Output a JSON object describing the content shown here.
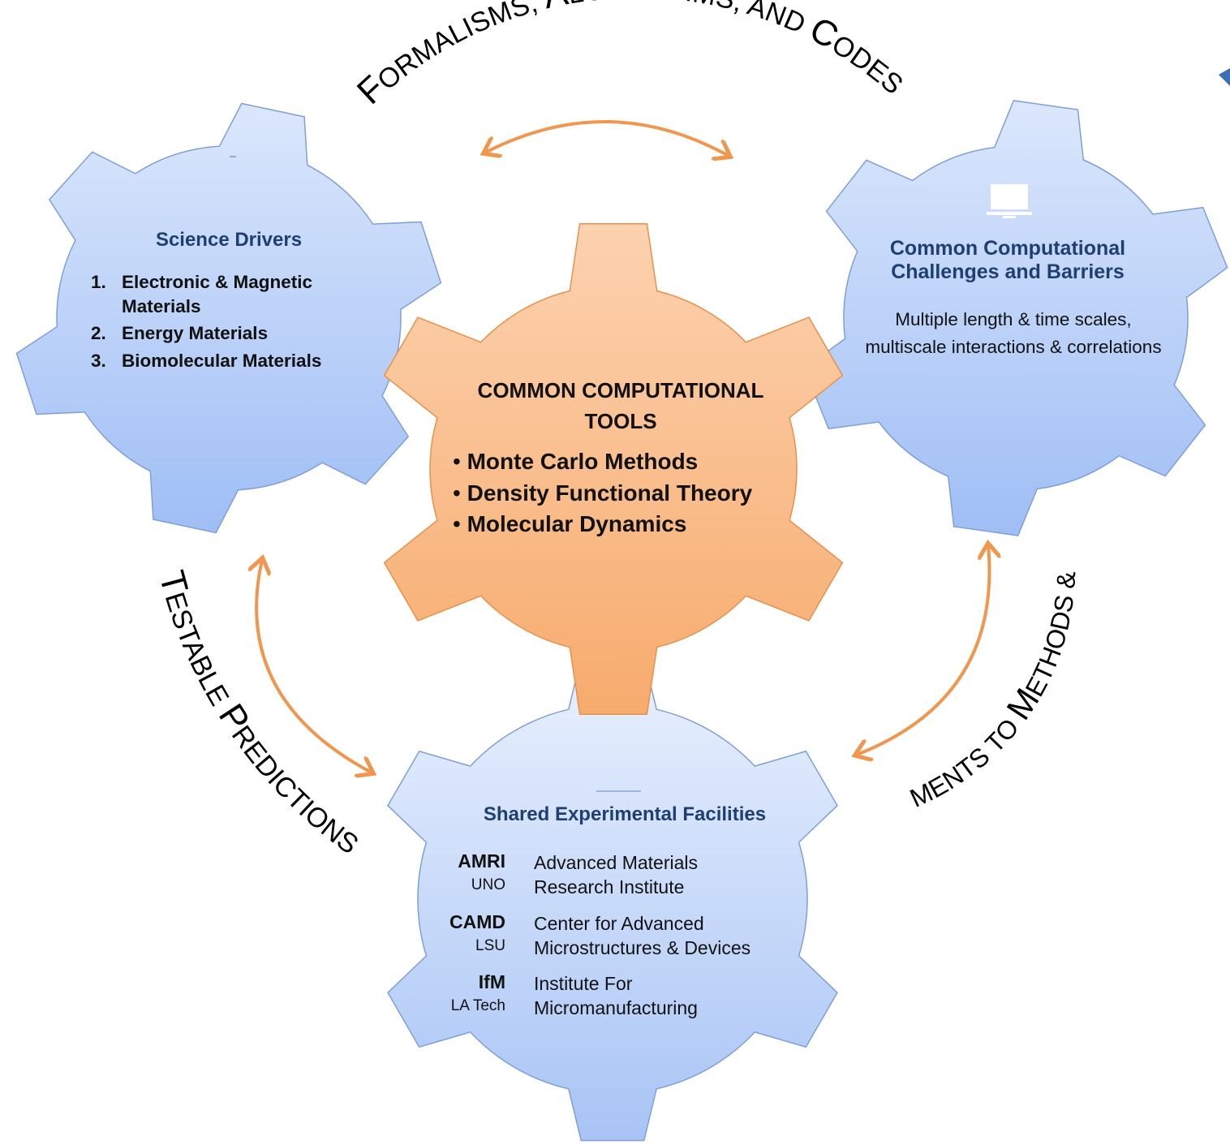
{
  "arcs": {
    "top": "Formalisms, Algorithms, and Codes",
    "left": "Testable Predictions",
    "right": "Refinements to Methods & Models"
  },
  "gears": {
    "science_drivers": {
      "title": "Science Drivers",
      "items": [
        {
          "num": "1.",
          "text": "Electronic & Magnetic Materials"
        },
        {
          "num": "2.",
          "text": "Energy Materials"
        },
        {
          "num": "3.",
          "text": "Biomolecular Materials"
        }
      ]
    },
    "challenges": {
      "title": "Common Computational Challenges and Barriers",
      "body": "Multiple length & time scales, multiscale interactions & correlations",
      "icon": "computer-monitor-icon"
    },
    "tools": {
      "title": "COMMON COMPUTATIONAL TOOLS",
      "bullet": "•",
      "items": [
        "Monte Carlo Methods",
        "Density Functional Theory",
        "Molecular Dynamics"
      ]
    },
    "facilities": {
      "title": "Shared Experimental Facilities",
      "entries": [
        {
          "abbr": "AMRI",
          "inst": "UNO",
          "name_line1": "Advanced Materials",
          "name_line2": "Research Institute"
        },
        {
          "abbr": "CAMD",
          "inst": "LSU",
          "name_line1": "Center for Advanced",
          "name_line2": "Microstructures & Devices"
        },
        {
          "abbr": "IfM",
          "inst": "LA Tech",
          "name_line1": "Institute For",
          "name_line2": "Micromanufacturing"
        }
      ]
    }
  },
  "colors": {
    "blue_gear_light": "#dbe7fc",
    "blue_gear_dark": "#9fbef5",
    "blue_gear_stroke": "#7f9fd6",
    "orange_gear_light": "#fcd2b0",
    "orange_gear_dark": "#f7ab6d",
    "orange_gear_stroke": "#e7914a",
    "arrow": "#f0964e",
    "title_blue": "#1f3f73"
  }
}
